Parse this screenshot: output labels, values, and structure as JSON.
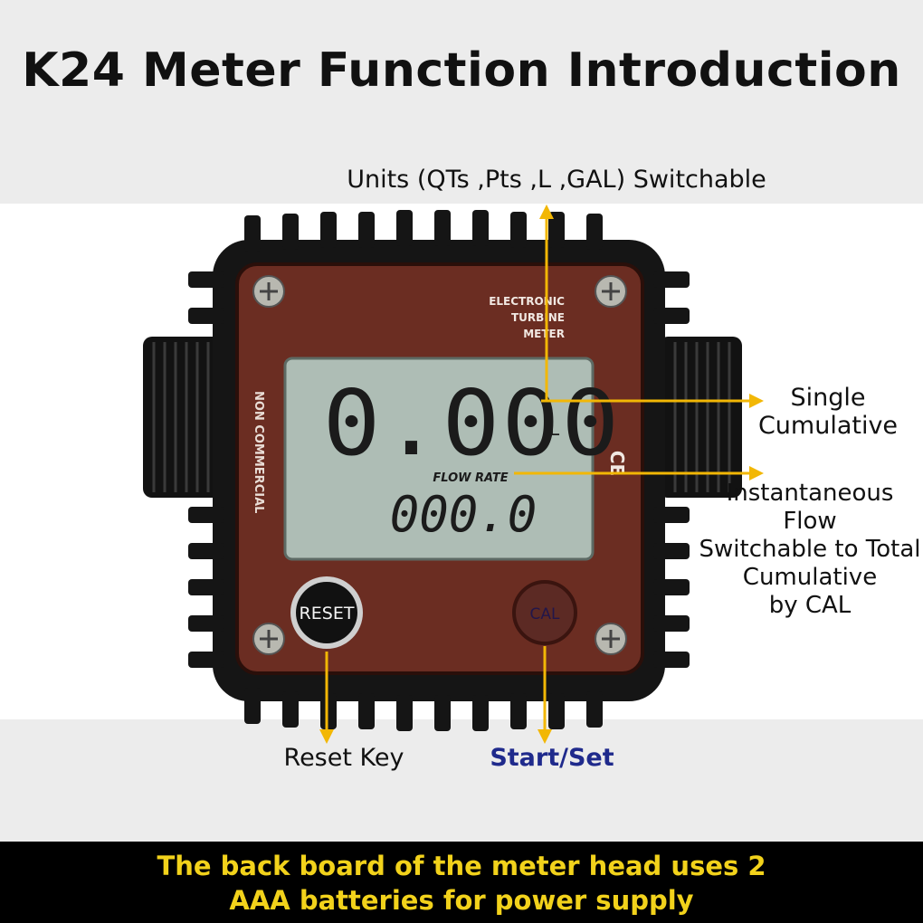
{
  "title": "K24 Meter Function Introduction",
  "meter": {
    "brand_lines": [
      "ELECTRONIC",
      "TURBINE",
      "METER"
    ],
    "side_text": "NON COMMERCIAL",
    "main_reading": "0.000",
    "unit": "L",
    "flow_rate_label": "FLOW RATE",
    "flow_rate_reading": "000.0",
    "reset_button": "RESET",
    "cal_button": "CAL",
    "ce_mark": "CE"
  },
  "callouts": {
    "units": "Units (QTs ,Pts ,L ,GAL) Switchable",
    "single": [
      "Single",
      "Cumulative"
    ],
    "instantaneous": [
      "Instantaneous",
      "Flow",
      "Switchable to Total",
      "Cumulative",
      "by CAL"
    ],
    "reset": "Reset Key",
    "start": "Start/Set"
  },
  "footer": [
    "The back board of the meter head uses 2",
    "AAA batteries for power supply"
  ],
  "colors": {
    "arrow": "#f2b705",
    "body": "#151515",
    "faceplate": "#6b2d22",
    "lcd": "#aebdb5",
    "footer_text": "#f2d21b",
    "start_text": "#1f2a8c"
  }
}
